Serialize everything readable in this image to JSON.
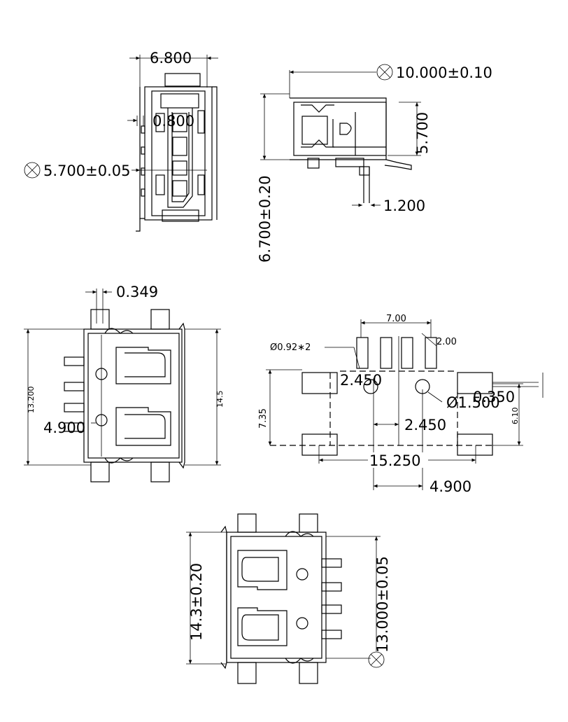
{
  "views": {
    "front": {
      "width_dim": "6.800",
      "pin_dim": "0.800",
      "critical_dim": "5.700±0.05"
    },
    "side": {
      "length_dim": "10.000±0.10",
      "height_dim": "5.700",
      "overall_height_dim": "6.700±0.20",
      "pin_dim": "1.200"
    },
    "top": {
      "offset_dim": "0.349",
      "width_dim": "13.200",
      "length_dim": "14.5",
      "pitch_dim": "4.900"
    },
    "footprint": {
      "pad_pitch_dim": "7.00",
      "pad_spacing_dim": "2.00",
      "hole_note": "Ø0.92∗2",
      "offset_dim": "2.450",
      "hole_dia_dim": "Ø1.500",
      "edge_dim": "0.350",
      "height_left_dim": "7.35",
      "height_right_dim": "6.10",
      "pitch_dim": "2.450",
      "width_dim": "15.250",
      "hole_pitch_dim": "4.900"
    },
    "bottom": {
      "length_dim": "14.3±0.20",
      "width_dim": "13.000±0.05"
    }
  }
}
